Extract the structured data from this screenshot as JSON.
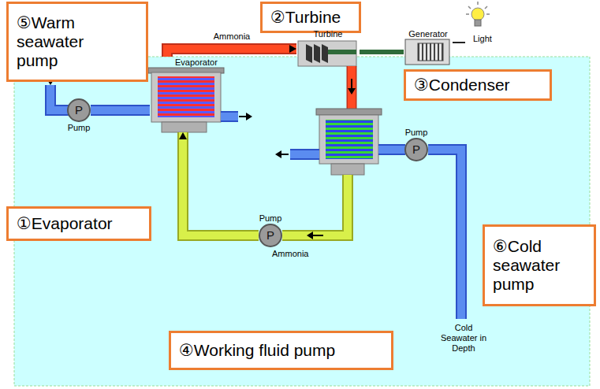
{
  "diagram": {
    "nodes": [
      {
        "text": [
          "⑤Warm seawater pump"
        ]
      },
      {
        "text": [
          "②Turbine"
        ]
      },
      {
        "text": [
          "Evaporator"
        ]
      },
      {
        "text": [
          "Turbine"
        ]
      },
      {
        "text": [
          "Generator"
        ]
      },
      {
        "text": [
          "Light"
        ]
      },
      {
        "text": [
          "P",
          "Pump"
        ]
      },
      {
        "text": [
          "③Condenser"
        ]
      },
      {
        "text": [
          "①Evaporator"
        ]
      },
      {
        "text": [
          "Pump",
          "P"
        ]
      },
      {
        "text": [
          "⑥Cold seawater pump"
        ]
      },
      {
        "text": [
          "Pump",
          "P"
        ]
      },
      {
        "text": [
          "④Working fluid pump"
        ]
      }
    ],
    "edges": [
      {
        "from": 2,
        "to": 3,
        "arrow": "to",
        "label": "Ammonia"
      },
      {
        "from": 3,
        "to": 4,
        "arrow": "none"
      },
      {
        "from": 4,
        "to": 5,
        "arrow": "none"
      },
      {
        "from": 6,
        "to": 2,
        "arrow": "none"
      },
      {
        "from": 11,
        "to": 2,
        "arrow": "to"
      }
    ],
    "labels": [
      "Ammonia",
      "Cold Seawater in Depth"
    ]
  }
}
